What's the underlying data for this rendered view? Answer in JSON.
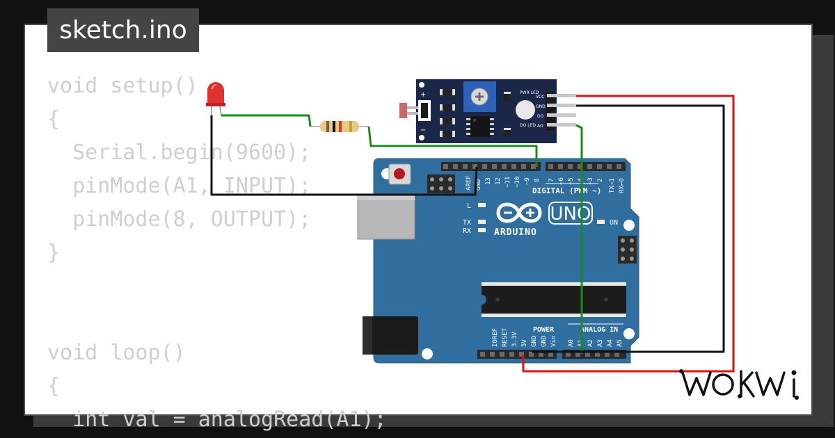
{
  "file_tab": {
    "label": "sketch.ino"
  },
  "code": {
    "lines": [
      "void setup()",
      "{",
      "  Serial.begin(9600);",
      "  pinMode(A1, INPUT);",
      "  pinMode(8, OUTPUT);",
      "}",
      "",
      "",
      "void loop()",
      "{",
      "  int val = analogRead(A1);"
    ]
  },
  "sensor_module": {
    "pin_labels": [
      "VCC",
      "GND",
      "DO",
      "AO"
    ],
    "led_labels": {
      "pwr": "PWR LED",
      "do": "DO LED"
    },
    "pot_symbols": {
      "plus": "+",
      "minus": "−"
    }
  },
  "arduino": {
    "brand": "ARDUINO",
    "model": "UNO",
    "digital_label": "DIGITAL (PWM ~)",
    "digital_pins": [
      "AREF",
      "GND",
      "13",
      "12",
      "~11",
      "~10",
      "~9",
      "8",
      "7",
      "~6",
      "~5",
      "4",
      "~3",
      "2",
      "TX→1",
      "RX←0"
    ],
    "led_labels": {
      "l": "L",
      "tx": "TX",
      "rx": "RX",
      "on": "ON"
    },
    "power_label": "POWER",
    "power_pins": [
      "IOREF",
      "RESET",
      "3.3V",
      "5V",
      "GND",
      "GND",
      "Vin"
    ],
    "analog_label": "ANALOG IN",
    "analog_pins": [
      "A0",
      "A1",
      "A2",
      "A3",
      "A4",
      "A5"
    ]
  },
  "wire_colors": {
    "signal": "#1a8a1a",
    "ground": "#111111",
    "power": "#e01010"
  },
  "board_color": "#2f6e9e",
  "brand_logo": "WOKWI"
}
